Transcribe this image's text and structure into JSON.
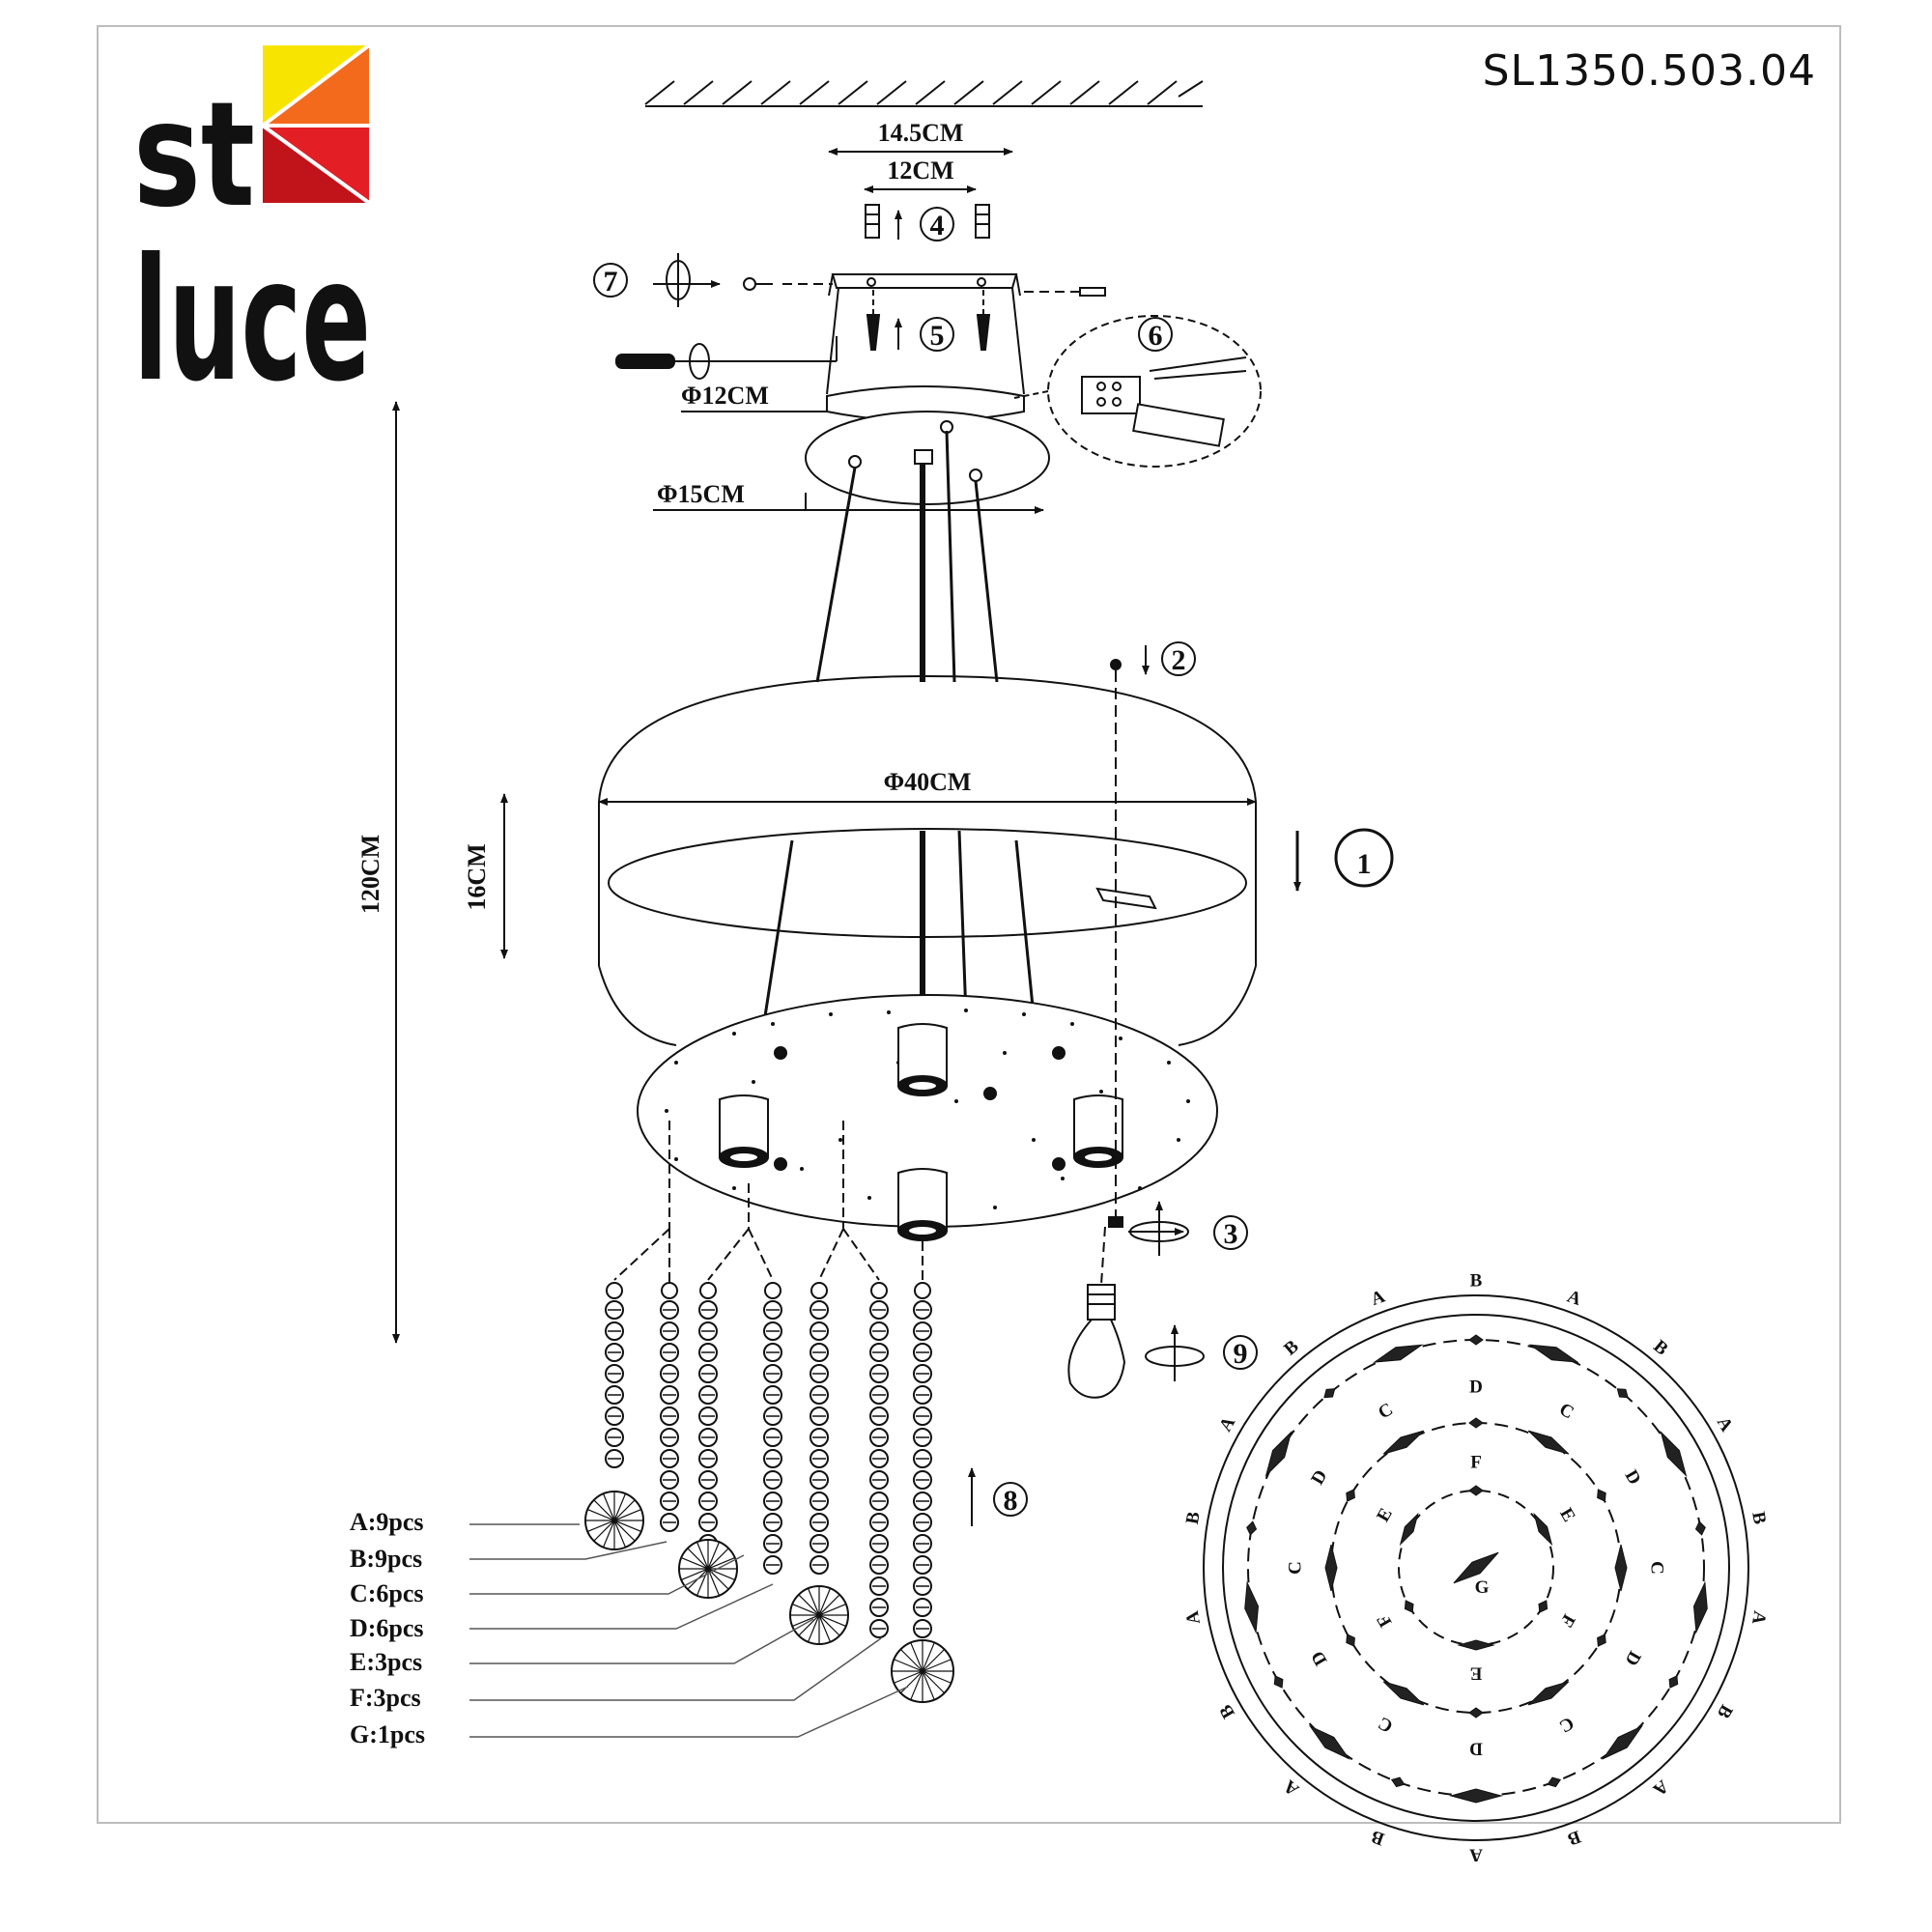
{
  "brand": {
    "top": "st",
    "bottom": "luce",
    "colors": {
      "yellow": "#f7e400",
      "orange": "#f36a1c",
      "red": "#e31e24",
      "darkred": "#c0131a"
    }
  },
  "model": "SL1350.503.04",
  "dimensions": {
    "bracket_outer": "14.5CM",
    "bracket_inner": "12CM",
    "canopy_top": "Φ12CM",
    "canopy": "Φ15CM",
    "shade_diameter": "Φ40CM",
    "shade_height": "16CM",
    "total_height": "120CM"
  },
  "steps": [
    "1",
    "2",
    "3",
    "4",
    "5",
    "6",
    "7",
    "8",
    "9"
  ],
  "parts": [
    {
      "label": "A:9pcs"
    },
    {
      "label": "B:9pcs"
    },
    {
      "label": "C:6pcs"
    },
    {
      "label": "D:6pcs"
    },
    {
      "label": "E:3pcs"
    },
    {
      "label": "F:3pcs"
    },
    {
      "label": "G:1pcs"
    }
  ],
  "ring_letters": {
    "outer": [
      "B",
      "A",
      "B",
      "A",
      "B",
      "A",
      "B",
      "A",
      "B",
      "A",
      "B",
      "A",
      "B",
      "A",
      "B",
      "A",
      "B",
      "A"
    ],
    "middle": [
      "D",
      "C",
      "D",
      "C",
      "D",
      "C",
      "D",
      "C",
      "D",
      "C",
      "D",
      "C"
    ],
    "inner": [
      "F",
      "E",
      "F",
      "E",
      "F",
      "E"
    ],
    "center": "G"
  }
}
